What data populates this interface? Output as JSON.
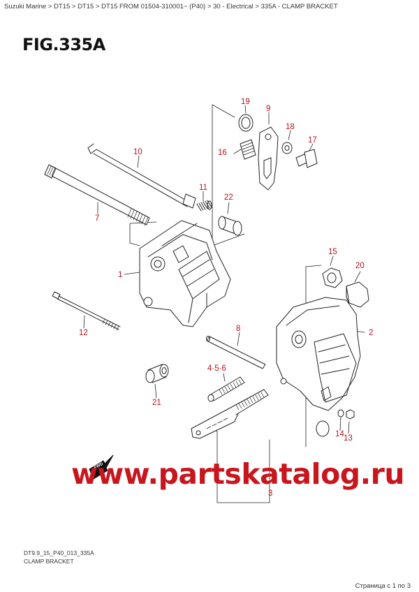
{
  "header": {
    "breadcrumb": "Suzuki Marine > DT15 > DT15 > DT15 FROM 01504-310001~ (P40) > 30 - Electrical > 335A - CLAMP BRACKET",
    "figure_title": "FIG.335A"
  },
  "callouts": {
    "c1": "1",
    "c2": "2",
    "c3": "3",
    "c456": "4·5·6",
    "c7": "7",
    "c8": "8",
    "c9": "9",
    "c10": "10",
    "c11": "11",
    "c12": "12",
    "c13": "13",
    "c14": "14",
    "c15": "15",
    "c16": "16",
    "c17": "17",
    "c18": "18",
    "c19": "19",
    "c20": "20",
    "c21": "21",
    "c22": "22"
  },
  "fwd_label": "FWD",
  "watermark": "www.partskatalog.ru",
  "footer": {
    "code": "DT9.9_15_P40_013_335A",
    "caption": "CLAMP BRACKET",
    "pager": "Страница с 1 по 3"
  },
  "colors": {
    "callout": "#b5121b",
    "watermark": "#c8161d",
    "line": "#222222"
  }
}
